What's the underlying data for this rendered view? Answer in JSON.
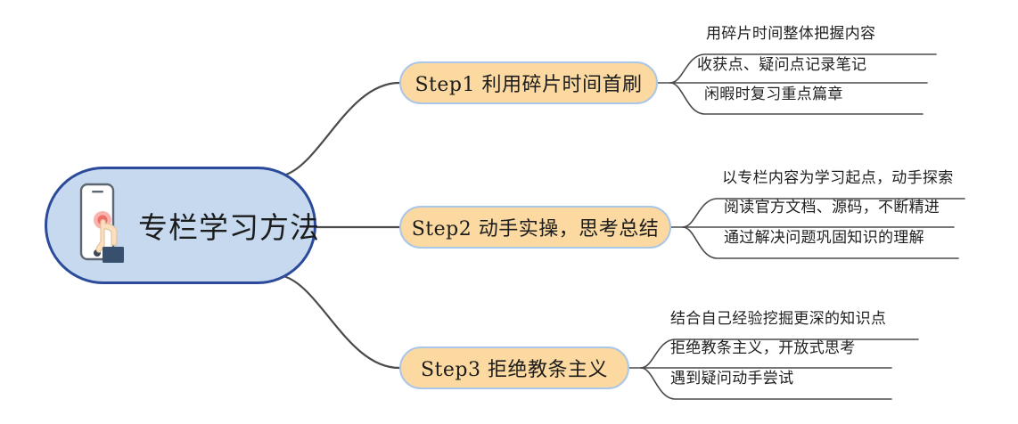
{
  "diagram": {
    "type": "mindmap",
    "title": "专栏学习方法",
    "background_color": "#ffffff",
    "central": {
      "label": "专栏学习方法",
      "icon": "smartphone-tap-icon",
      "fill_color": "#c6d9ef",
      "border_color": "#2c4a9a"
    },
    "branch_style": {
      "fill_color": "#fbd9a0",
      "border_color": "#aac6e8",
      "connector_color": "#4a4a4a"
    },
    "branches": [
      {
        "label": "Step1 利用碎片时间首刷",
        "leaves": [
          "用碎片时间整体把握内容",
          "收获点、疑问点记录笔记",
          "闲暇时复习重点篇章"
        ]
      },
      {
        "label": "Step2 动手实操，思考总结",
        "leaves": [
          "以专栏内容为学习起点，动手探索",
          "阅读官方文档、源码，不断精进",
          "通过解决问题巩固知识的理解"
        ]
      },
      {
        "label": "Step3 拒绝教条主义",
        "leaves": [
          "结合自己经验挖掘更深的知识点",
          "拒绝教条主义，开放式思考",
          "遇到疑问动手尝试"
        ]
      }
    ]
  }
}
